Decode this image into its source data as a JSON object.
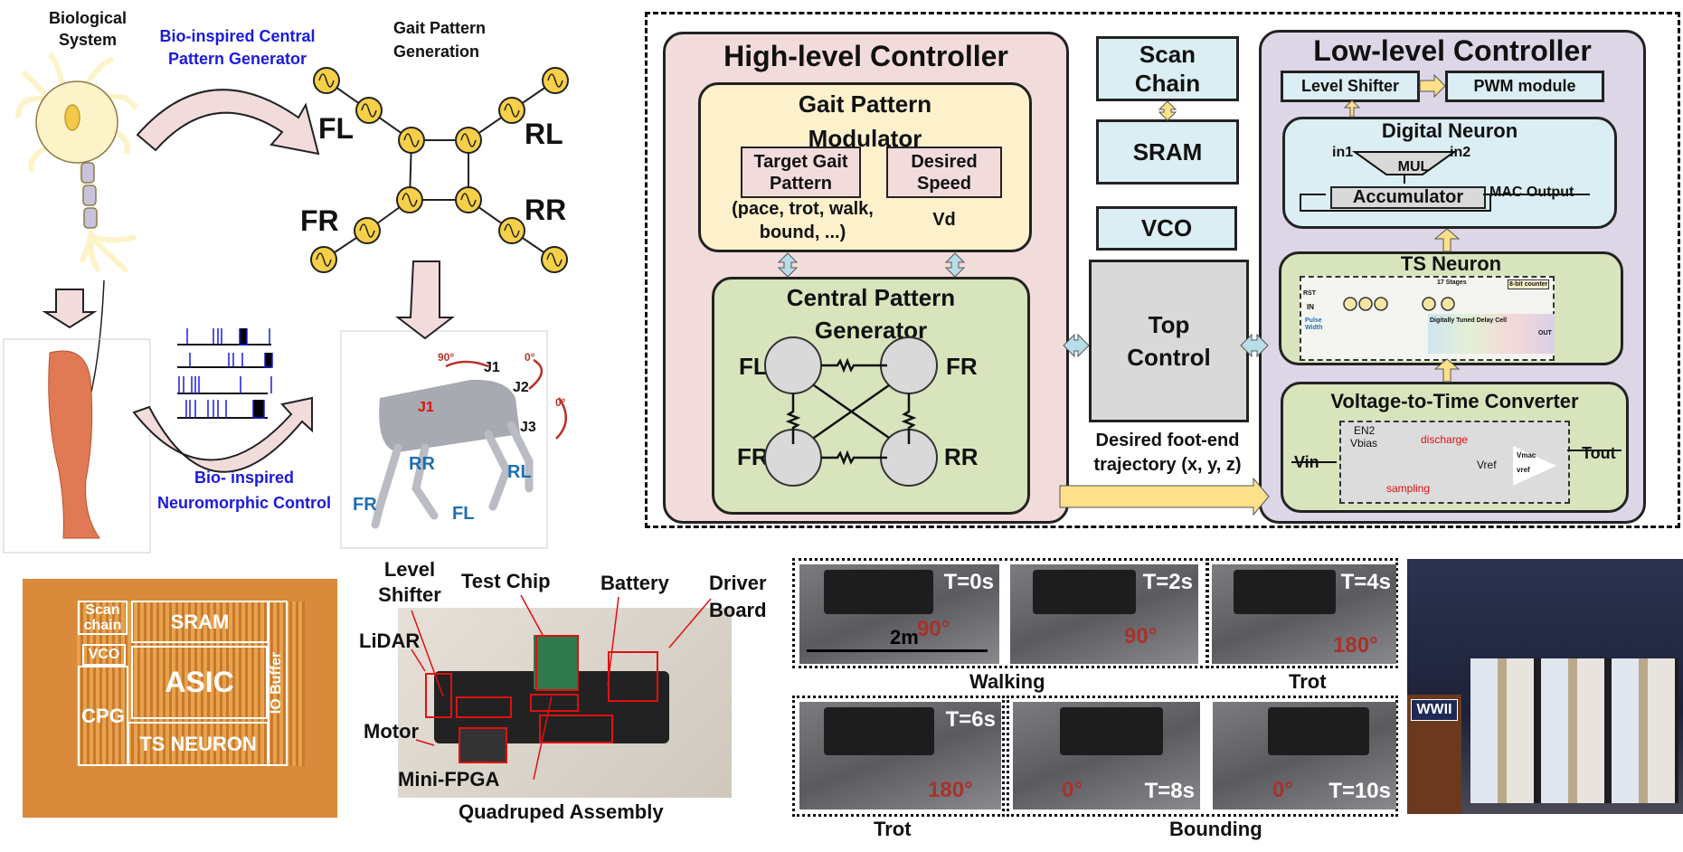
{
  "bio": {
    "biological_system": "Biological\nSystem",
    "cpg_label": "Bio-inspired Central\nPattern Generator",
    "gait_generation": "Gait Pattern\nGeneration",
    "neuromorphic_line1": "Bio- inspired",
    "neuromorphic_line2": "Neuromorphic Control",
    "legs": {
      "fl": "FL",
      "rl": "RL",
      "fr": "FR",
      "rr": "RR"
    },
    "robot": {
      "angle1": "90°",
      "j1": "J1",
      "angle2": "0°",
      "j2": "J2",
      "angle3": "0°",
      "j3": "J3",
      "j1_red": "J1",
      "rr": "RR",
      "rl": "RL",
      "fr": "FR",
      "fl": "FL"
    }
  },
  "arch": {
    "high": {
      "title": "High-level Controller",
      "gpm_title": "Gait Pattern\nModulator",
      "target": "Target Gait\nPattern",
      "target_sub": "(pace, trot, walk,\nbound, ...)",
      "speed": "Desired\nSpeed",
      "speed_sub": "Vd",
      "cpg_title": "Central Pattern\nGenerator",
      "fl": "FL",
      "fr": "FR",
      "fr2": "FR",
      "rr": "RR"
    },
    "mid": {
      "scan": "Scan\nChain",
      "sram": "SRAM",
      "vco": "VCO",
      "top": "Top\nControl",
      "traj": "Desired foot-end\ntrajectory (x, y, z)"
    },
    "low": {
      "title": "Low-level Controller",
      "level_shifter": "Level Shifter",
      "pwm": "PWM module",
      "dn_title": "Digital Neuron",
      "in1": "in1",
      "in2": "in2",
      "mul": "MUL",
      "acc": "Accumulator",
      "mac": "MAC Output",
      "ts_title": "TS Neuron",
      "ts_stages": "17 Stages",
      "ts_counter": "8-bit counter",
      "ts_rst": "RST",
      "ts_in": "IN",
      "ts_out": "OUT",
      "ts_pulse": "Pulse\nWidth",
      "ts_dtdc": "Digitally Tuned Delay Cell",
      "vtc_title": "Voltage-to-Time Converter",
      "vin": "Vin",
      "tout": "Tout",
      "en2": "EN2",
      "vbias": "Vbias",
      "discharge": "discharge",
      "sampling": "sampling",
      "vref": "Vref",
      "vmac": "Vmac",
      "vref2": "vref"
    }
  },
  "die": {
    "scan": "Scan\nchain",
    "vco": "VCO",
    "sram": "SRAM",
    "asic": "ASIC",
    "cpg": "CPG",
    "ts": "TS NEURON",
    "io": "IO Buffer"
  },
  "assembly": {
    "level_shifter": "Level\nShifter",
    "test_chip": "Test Chip",
    "battery": "Battery",
    "driver": "Driver\nBoard",
    "lidar": "LiDAR",
    "motor": "Motor",
    "fpga": "Mini-FPGA",
    "caption": "Quadruped Assembly"
  },
  "gaits": {
    "frames": [
      {
        "t": "T=0s",
        "angle": "90°",
        "dist": "2m"
      },
      {
        "t": "T=2s",
        "angle": "90°"
      },
      {
        "t": "T=4s",
        "angle": "180°"
      },
      {
        "t": "T=6s",
        "angle": "180°"
      },
      {
        "t": "T=8s",
        "angle": "0°"
      },
      {
        "t": "T=10s",
        "angle": "0°"
      }
    ],
    "walking": "Walking",
    "trot_top": "Trot",
    "trot_bottom": "Trot",
    "bounding": "Bounding"
  },
  "award": {
    "podium": "WWII"
  },
  "colors": {
    "high_bg": "#f2dcdb",
    "low_bg": "#dcd6e6",
    "yellow": "#fdf1cc",
    "green": "#d8e4bc",
    "cyan": "#daeef3",
    "gray": "#d9d9d9",
    "osc": "#f5d048",
    "arrow_pink": "#f2dcdb",
    "blue_text": "#1a1adf"
  }
}
